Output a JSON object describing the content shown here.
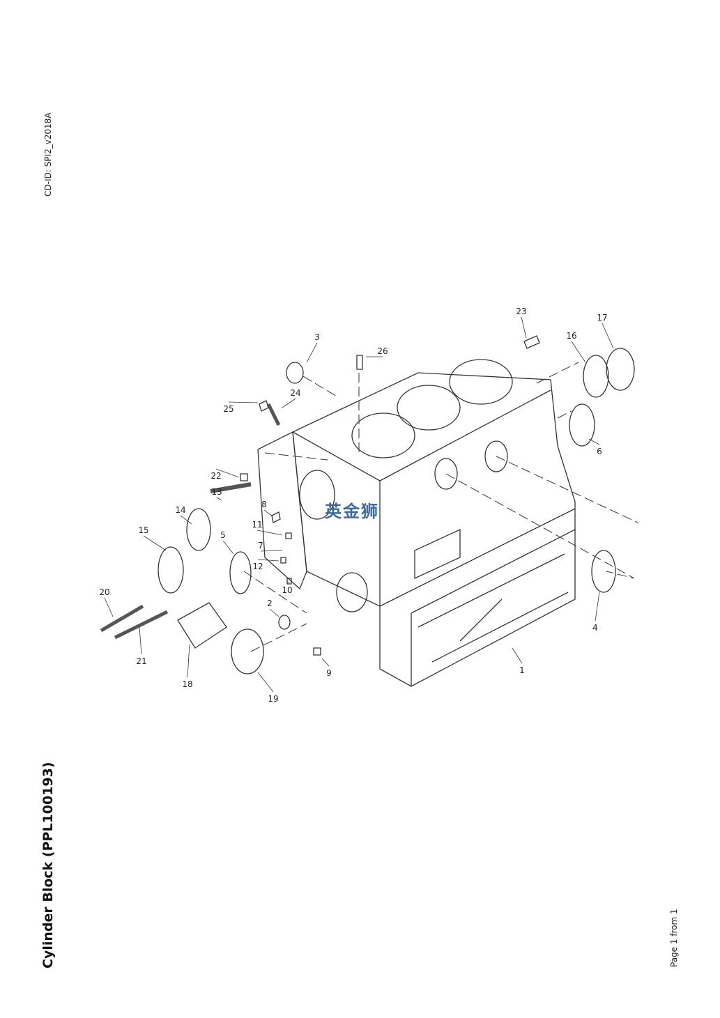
{
  "header": {
    "cd_id": "CD-ID: SPI2_v2018A"
  },
  "footer": {
    "title": "Cylinder Block (PPL100193)",
    "page": "Page 1 from 1"
  },
  "watermark": {
    "text": "英金狮",
    "color": "#3d6b9c"
  },
  "diagram": {
    "callouts": [
      "1",
      "2",
      "3",
      "4",
      "5",
      "6",
      "7",
      "8",
      "9",
      "10",
      "11",
      "12",
      "13",
      "14",
      "15",
      "16",
      "17",
      "18",
      "19",
      "20",
      "21",
      "22",
      "23",
      "24",
      "25",
      "26"
    ]
  }
}
